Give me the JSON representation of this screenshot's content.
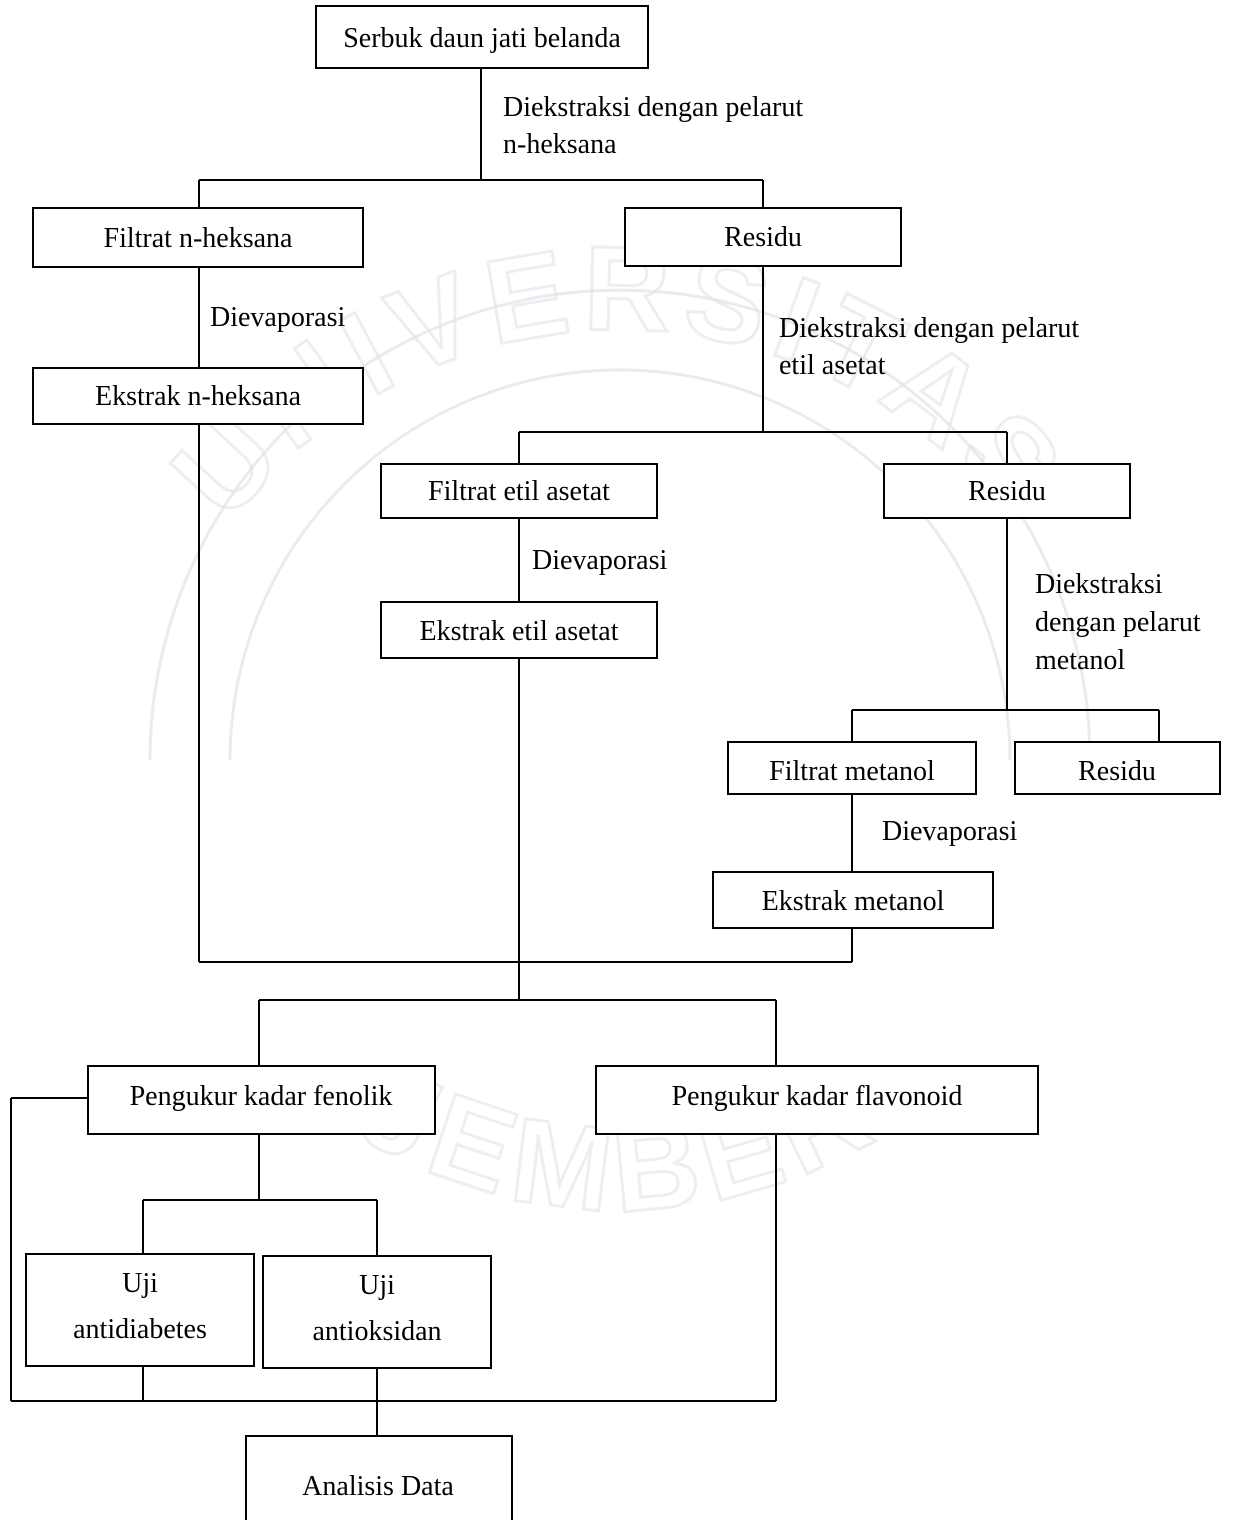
{
  "watermark": {
    "top": "UNIVERSITAS",
    "bottom": "JEMBER"
  },
  "nodes": {
    "serbuk": "Serbuk daun jati belanda",
    "filtrat_heksana": "Filtrat n-heksana",
    "residu_1": "Residu",
    "ekstrak_heksana": "Ekstrak n-heksana",
    "filtrat_etil": "Filtrat etil asetat",
    "residu_2": "Residu",
    "ekstrak_etil": "Ekstrak etil asetat",
    "filtrat_metanol": "Filtrat metanol",
    "residu_3": "Residu",
    "ekstrak_metanol": "Ekstrak metanol",
    "fenolik": "Pengukur kadar fenolik",
    "flavonoid": "Pengukur kadar flavonoid",
    "antidiabetes_1": "Uji",
    "antidiabetes_2": "antidiabetes",
    "antioksidan_1": "Uji",
    "antioksidan_2": "antioksidan",
    "analisis": "Analisis Data"
  },
  "labels": {
    "ekstraksi_heksana_1": "Diekstraksi dengan pelarut",
    "ekstraksi_heksana_2": "n-heksana",
    "evaporasi_1": "Dievaporasi",
    "ekstraksi_etil_1": "Diekstraksi dengan  pelarut",
    "ekstraksi_etil_2": "etil asetat",
    "evaporasi_2": "Dievaporasi",
    "ekstraksi_metanol_1": "Diekstraksi",
    "ekstraksi_metanol_2": "dengan pelarut",
    "ekstraksi_metanol_3": "metanol",
    "evaporasi_3": "Dievaporasi"
  }
}
